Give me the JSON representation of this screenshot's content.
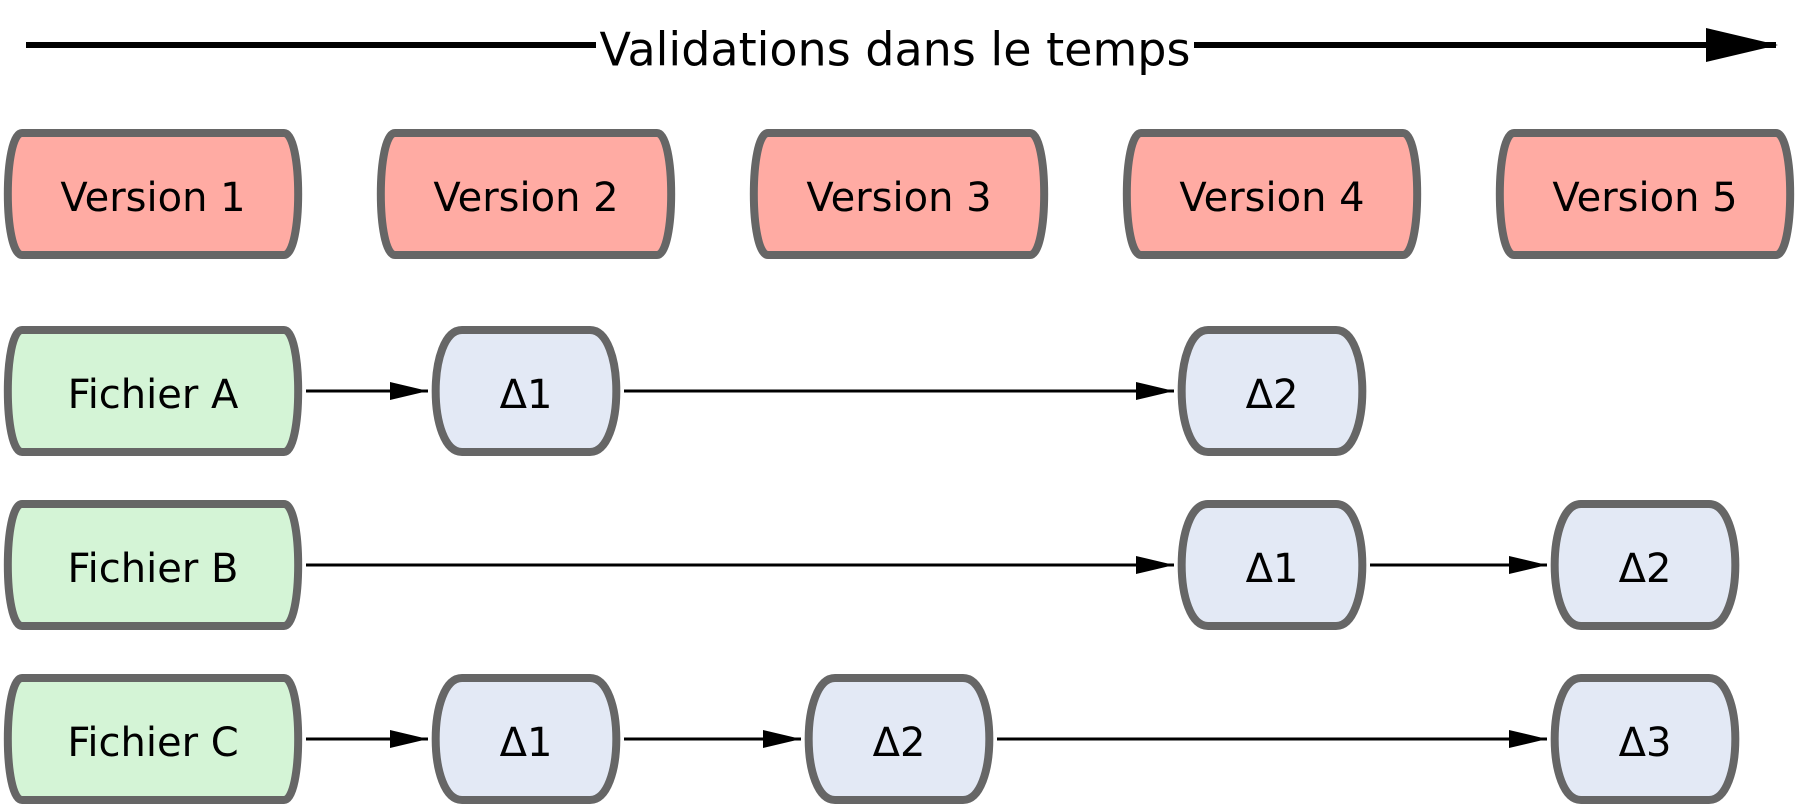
{
  "timeline": {
    "label": "Validations dans le temps"
  },
  "versions": [
    {
      "label": "Version 1"
    },
    {
      "label": "Version 2"
    },
    {
      "label": "Version 3"
    },
    {
      "label": "Version 4"
    },
    {
      "label": "Version 5"
    }
  ],
  "files": [
    {
      "label": "Fichier A",
      "deltas": [
        {
          "label": "Δ1",
          "version": 2
        },
        {
          "label": "Δ2",
          "version": 4
        }
      ]
    },
    {
      "label": "Fichier B",
      "deltas": [
        {
          "label": "Δ1",
          "version": 4
        },
        {
          "label": "Δ2",
          "version": 5
        }
      ]
    },
    {
      "label": "Fichier C",
      "deltas": [
        {
          "label": "Δ1",
          "version": 2
        },
        {
          "label": "Δ2",
          "version": 3
        },
        {
          "label": "Δ3",
          "version": 5
        }
      ]
    }
  ],
  "colors": {
    "version_fill": "#ffaba3",
    "file_fill": "#d4f4d6",
    "delta_fill": "#e3e9f5",
    "stroke": "#666666",
    "arrow": "#000000"
  }
}
